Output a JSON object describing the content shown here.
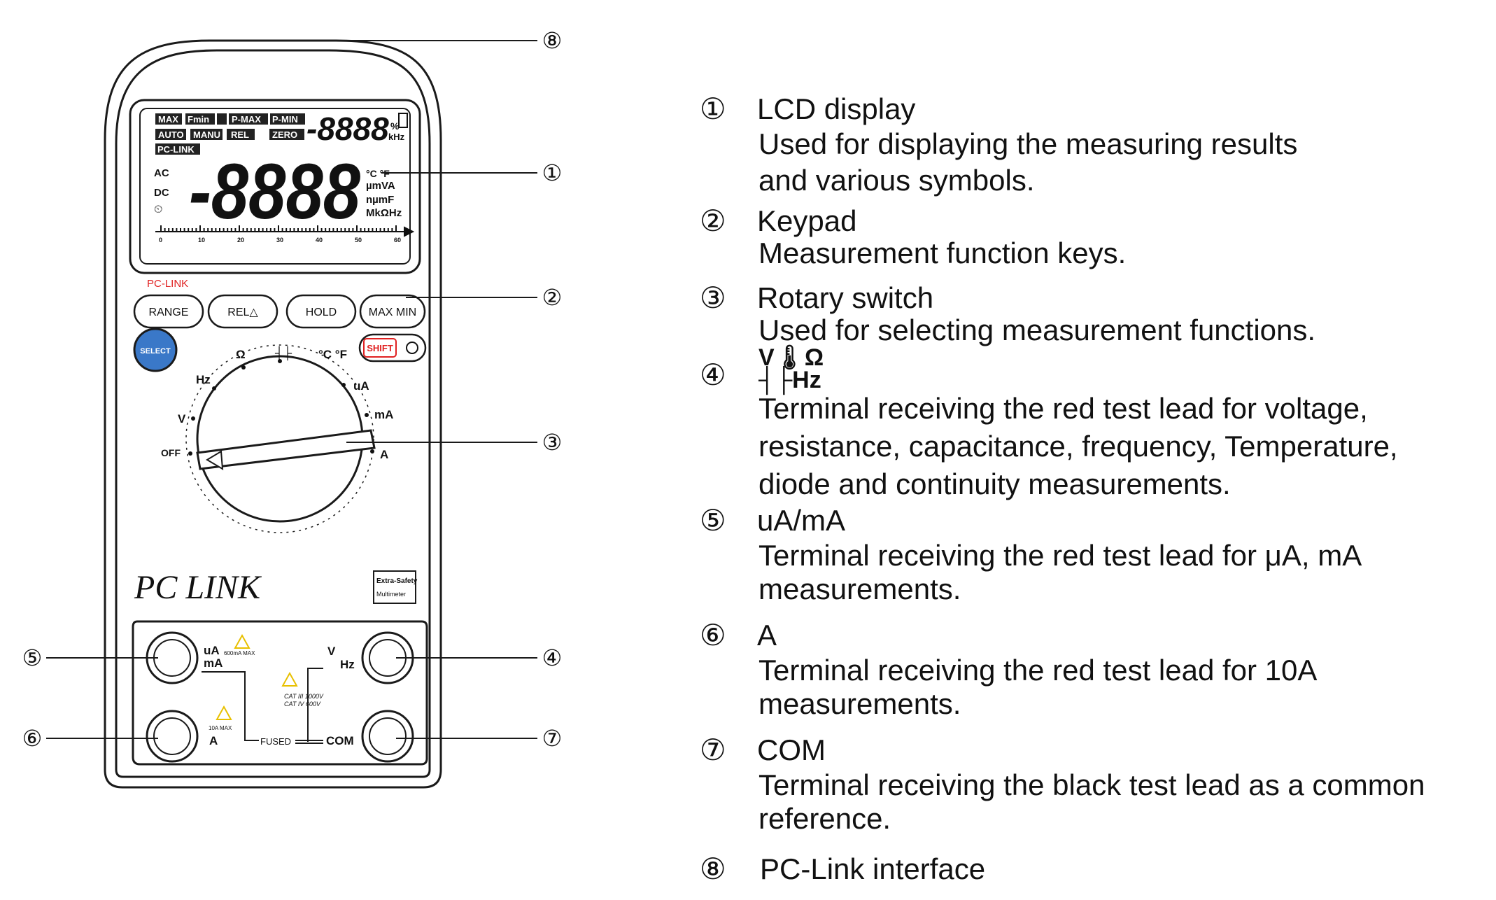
{
  "meter": {
    "lcd": {
      "annunciators_row1": [
        "MAX",
        "Fmin",
        "P-MAX",
        "P-MIN"
      ],
      "annunciators_row2": [
        "AUTO",
        "MANU",
        "REL",
        "ZERO"
      ],
      "annunciator_pclink": "PC-LINK",
      "sub_digits": "-8888",
      "main_digits": "-8888",
      "ac": "AC",
      "dc": "DC",
      "units_1": "°C °F",
      "units_2": "µmVA",
      "units_3": "nµmF",
      "units_4": "MkΩHz",
      "percent": "%",
      "khz": "kHz",
      "bargraph_ticks": [
        "0",
        "10",
        "20",
        "30",
        "40",
        "50",
        "60"
      ]
    },
    "pclink_label": "PC-LINK",
    "keys": [
      "RANGE",
      "REL△",
      "HOLD",
      "MAX MIN"
    ],
    "select_key": "SELECT",
    "shift_key": "SHIFT",
    "dial": {
      "positions": [
        "OFF",
        "V",
        "Hz",
        "Ω",
        "┤├",
        "°C °F",
        "uA",
        "mA",
        "A"
      ]
    },
    "brand_logo": "PC LINK",
    "badge_line1": "Extra-Safety",
    "badge_line2": "Multimeter",
    "terminals": {
      "ua_ma_label_1": "uA",
      "ua_ma_label_2": "mA",
      "ua_ma_max": "600mA MAX",
      "a_label": "A",
      "a_max": "10A MAX",
      "fused": "FUSED",
      "com": "COM",
      "vomega_1": "V",
      "vomega_2": "Hz",
      "cat_1": "CAT III 1000V",
      "cat_2": "CAT IV 600V"
    }
  },
  "callouts": [
    "①",
    "②",
    "③",
    "④",
    "⑤",
    "⑥",
    "⑦",
    "⑧"
  ],
  "legend": [
    {
      "num": "①",
      "title": "LCD display",
      "desc": [
        "Used for displaying the measuring results",
        "and various symbols."
      ]
    },
    {
      "num": "②",
      "title": "Keypad",
      "desc": [
        "Measurement function keys."
      ]
    },
    {
      "num": "③",
      "title": "Rotary switch",
      "desc": [
        "Used for selecting measurement functions."
      ]
    },
    {
      "num": "④",
      "title": "",
      "symbol_line1": "V🌡Ω",
      "symbol_line2": "┤├Hz",
      "desc": [
        "Terminal receiving the red test lead for voltage,",
        "resistance, capacitance, frequency, Temperature,",
        "diode and continuity measurements."
      ]
    },
    {
      "num": "⑤",
      "title": "uA/mA",
      "desc": [
        "Terminal receiving the red test lead for μA, mA",
        "measurements."
      ]
    },
    {
      "num": "⑥",
      "title": "A",
      "desc": [
        "Terminal receiving the red test lead for 10A",
        "measurements."
      ]
    },
    {
      "num": "⑦",
      "title": "COM",
      "desc": [
        "Terminal receiving the black test lead as a common",
        "reference."
      ]
    },
    {
      "num": "⑧",
      "title": "PC-Link interface",
      "desc": []
    }
  ],
  "colors": {
    "line": "#1a1a1a",
    "red": "#e02020",
    "blue": "#3a78c8",
    "lcd_bg": "#ffffff"
  }
}
